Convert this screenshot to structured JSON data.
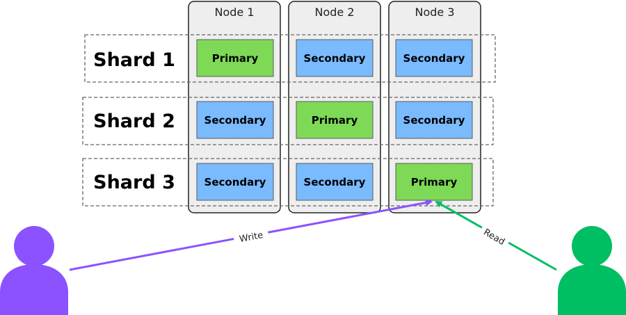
{
  "nodes": [
    {
      "label": "Node 1"
    },
    {
      "label": "Node 2"
    },
    {
      "label": "Node 3"
    }
  ],
  "shards": [
    {
      "label": "Shard 1",
      "roles": [
        "Primary",
        "Secondary",
        "Secondary"
      ]
    },
    {
      "label": "Shard 2",
      "roles": [
        "Secondary",
        "Primary",
        "Secondary"
      ]
    },
    {
      "label": "Shard 3",
      "roles": [
        "Secondary",
        "Secondary",
        "Primary"
      ]
    }
  ],
  "edges": {
    "write_label": "Write",
    "read_label": "Read"
  },
  "colors": {
    "primary": "#7ed957",
    "secondary": "#7abaff",
    "node_bg": "#eeeeee",
    "writer": "#8c52ff",
    "reader": "#00bf63"
  }
}
